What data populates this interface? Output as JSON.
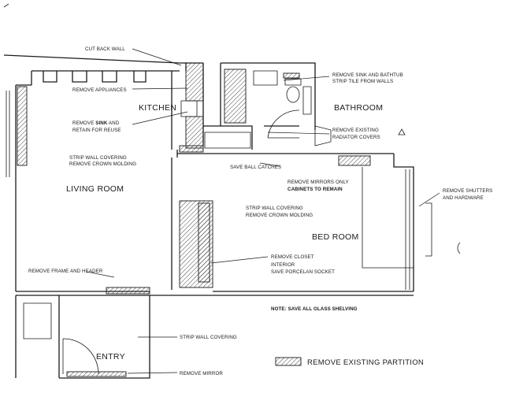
{
  "rooms": {
    "kitchen": "KITCHEN",
    "living_room": "LIVING ROOM",
    "bathroom": "BATHROOM",
    "bed_room": "BED ROOM",
    "entry": "ENTRY"
  },
  "notes": {
    "cut_back_wall": "CUT BACK WALL",
    "remove_appliances": "REMOVE APPLIANCES",
    "remove_sink_pre": "REMOVE ",
    "remove_sink_bold": "SINK",
    "remove_sink_post": " AND",
    "retain_for_reuse": "RETAIN FOR REUSE",
    "strip_wall_covering_1": "STRIP WALL COVERING",
    "remove_crown_molding_1": "REMOVE CROWN MOLDING",
    "remove_sink_bathtub": "REMOVE SINK AND BATHTUB",
    "strip_tile": "STRIP TILE FROM WALLS",
    "remove_existing": "REMOVE EXISTING",
    "radiator_covers": "RADIATOR  COVERS",
    "save_ball_catches": "SAVE BALL CATCHES",
    "remove_mirrors_only": "REMOVE MIRRORS ONLY",
    "cabinets_to_remain": "CABINETS TO REMAIN",
    "remove_shutters": "REMOVE SHUTTERS",
    "and_hardware": "AND HARDWARE",
    "strip_wall_covering_2": "STRIP WALL COVERING",
    "remove_crown_molding_2": "REMOVE CROWN MOLDING",
    "remove_closet": "REMOVE CLOSET",
    "interior": "INTERIOR",
    "save_porcelain_socket": "SAVE PORCELAN SOCKET",
    "remove_frame_header": "REMOVE FRAME AND HEADER",
    "save_glass_shelving": "NOTE: SAVE ALL GLASS SHELVING",
    "strip_wall_covering_3": "STRIP WALL COVERING",
    "remove_mirror": "REMOVE MIRROR"
  },
  "legend": {
    "remove_existing_partition": "REMOVE EXISTING PARTITION"
  }
}
